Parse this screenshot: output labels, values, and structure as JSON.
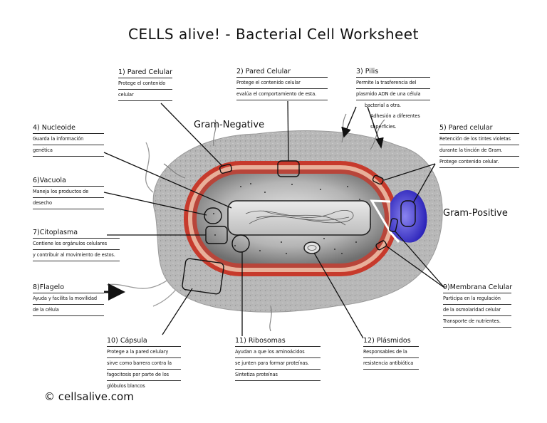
{
  "title": "CELLS alive! - Bacterial Cell Worksheet",
  "gram_negative": "Gram-Negative",
  "gram_positive": "Gram-Positive",
  "copyright": "© cellsalive.com",
  "colors": {
    "capsule": "#b5b5b5",
    "wall_outer": "#c0392b",
    "wall_band": "#e8b4a8",
    "cytoplasm": "#7a7a7a",
    "nucleoid": "#d8d8d8",
    "gram_positive_wall": "#3a2fc8"
  },
  "labels": [
    {
      "head": "1) Pared Celular",
      "lines": [
        "Protege el contenido",
        "celular"
      ]
    },
    {
      "head": "2) Pared Celular",
      "lines": [
        "Protege el contenido celular",
        "evalúa el comportamiento de esta."
      ]
    },
    {
      "head": "3) Pilis",
      "lines": [
        "Permite la trasferencia del",
        "plasmido ADN de una célula",
        "bacterial a otra.",
        "Adhesión a diferentes",
        "superficies."
      ]
    },
    {
      "head": "4) Nucleoide",
      "lines": [
        "Guarda la información",
        "genética"
      ]
    },
    {
      "head": "5) Pared celular",
      "lines": [
        "Retención de los tintes violetas",
        "durante la tinción de Gram.",
        "Protege contenido celular."
      ]
    },
    {
      "head": "6)Vacuola",
      "lines": [
        "Maneja los productos de",
        "desecho"
      ]
    },
    {
      "head": "7)Citoplasma",
      "lines": [
        "Contiene los orgánulos celulares",
        "y contribuir al movimiento de estos."
      ]
    },
    {
      "head": "8)Flagelo",
      "lines": [
        "Ayuda y facilita la movilidad",
        "de la célula"
      ]
    },
    {
      "head": "9)Membrana Celular",
      "lines": [
        "Participa en la regulación",
        "de la osmolaridad celular",
        "Transporte de nutrientes."
      ]
    },
    {
      "head": "10) Cápsula",
      "lines": [
        "Protege a la pared celulary",
        "sirve como barrera contra la",
        "fagocitosis por parte de los",
        "glóbulos blancos"
      ]
    },
    {
      "head": "11) Ribosomas",
      "lines": [
        "Ayudan a que los aminoácidos",
        "se junten para formar proteínas.",
        "Sintetiza proteínas"
      ]
    },
    {
      "head": "12) Plásmidos",
      "lines": [
        "Responsables de la",
        "resistencia antibiótica"
      ]
    }
  ]
}
